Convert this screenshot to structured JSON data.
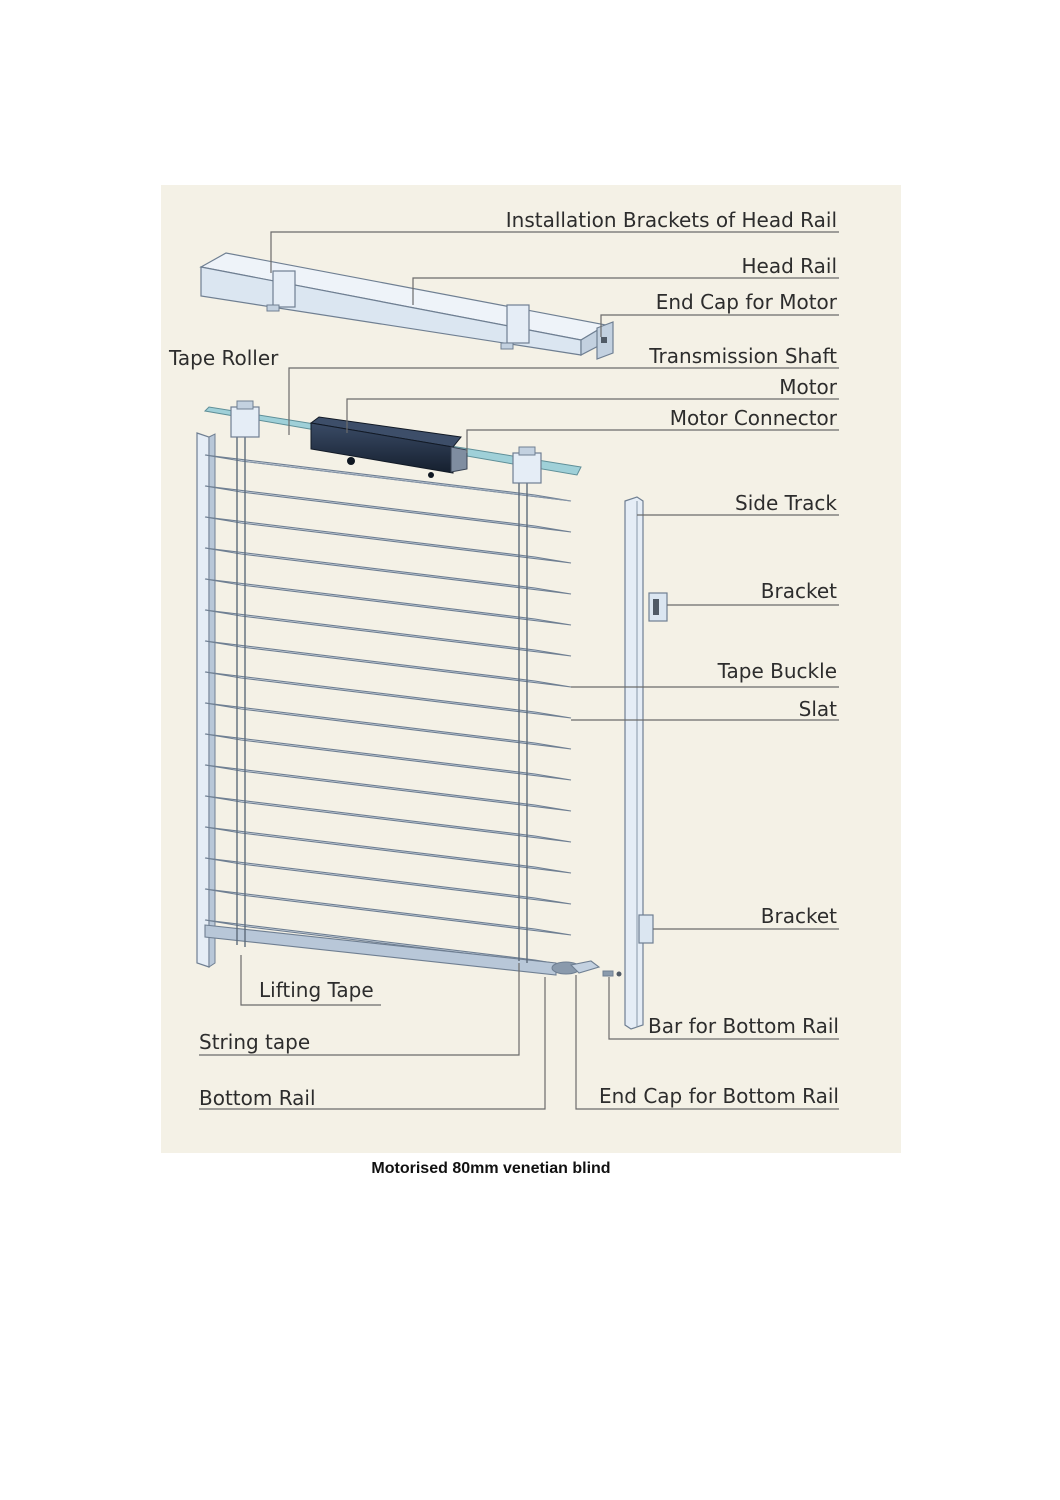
{
  "caption": "Motorised 80mm venetian blind",
  "colors": {
    "background": "#f4f1e6",
    "part_fill": "#dbe6f1",
    "part_stroke": "#6f7f92",
    "motor": "#233349",
    "shaft": "#8fc7cf",
    "label": "#2d2d2d"
  },
  "labels": {
    "installation_brackets": "Installation Brackets of Head Rail",
    "head_rail": "Head Rail",
    "end_cap_motor": "End Cap for Motor",
    "tape_roller": "Tape Roller",
    "transmission_shaft": "Transmission Shaft",
    "motor": "Motor",
    "motor_connector": "Motor Connector",
    "side_track": "Side Track",
    "bracket_upper": "Bracket",
    "tape_buckle": "Tape Buckle",
    "slat": "Slat",
    "bracket_lower": "Bracket",
    "lifting_tape": "Lifting Tape",
    "bar_bottom_rail": "Bar for Bottom Rail",
    "string_tape": "String tape",
    "end_cap_bottom_rail": "End Cap for Bottom Rail",
    "bottom_rail": "Bottom Rail"
  }
}
